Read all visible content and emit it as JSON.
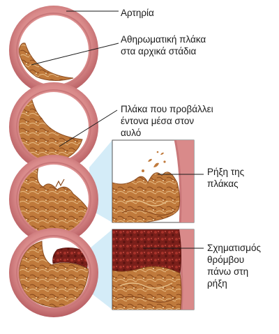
{
  "labels": {
    "artery": "Αρτηρία",
    "early_plaque": "Αθηρωματική πλάκα\nστα αρχικά στάδια",
    "protruding_plaque": "Πλάκα που προβάλλει\nέντονα μέσα στον\nαυλό",
    "plaque_rupture": "Ρήξη της\nπλάκας",
    "thrombus_formation": "Σχηματισμός\nθρόμβου\nπάνω στη\nρήξη"
  },
  "colors": {
    "artery_wall": "#d98a8a",
    "artery_wall_dark": "#b85f63",
    "intima_line": "#c97779",
    "lumen": "#ffffff",
    "plaque": "#c07a3c",
    "plaque_dark": "#8a4a1e",
    "plaque_light": "#e3b57a",
    "thrombus": "#7a1f1a",
    "zoom_beam": "#bfe3f5",
    "leader_line": "#1a1a1a"
  },
  "stages": [
    {
      "stage": 1,
      "plaque_level": 0.15
    },
    {
      "stage": 2,
      "plaque_level": 0.45
    },
    {
      "stage": 3,
      "plaque_level": 0.6
    },
    {
      "stage": 4,
      "plaque_level": 0.7
    }
  ]
}
